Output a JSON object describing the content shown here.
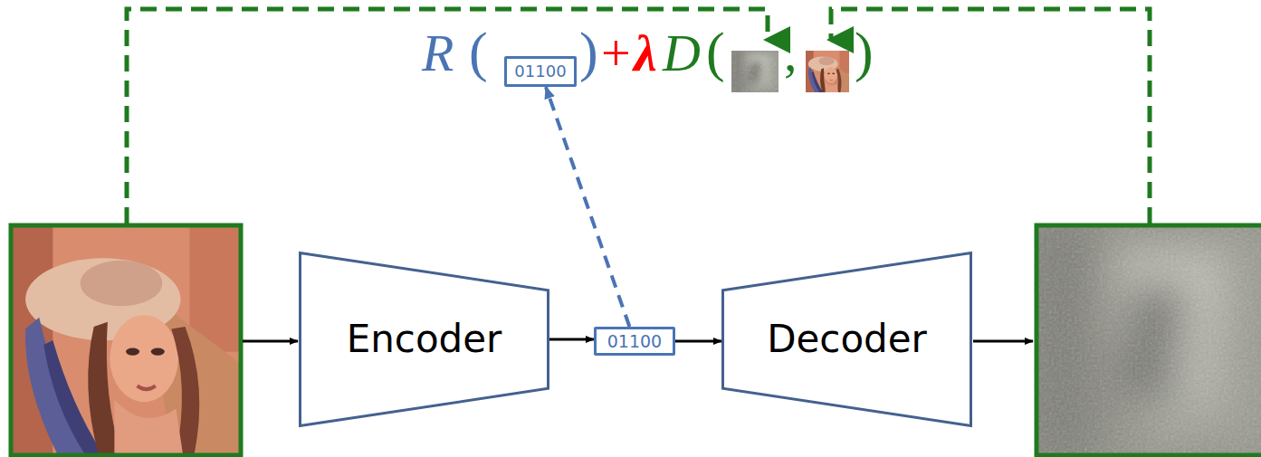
{
  "diagram": {
    "nodes": [
      {
        "text": [
          "Encoder"
        ]
      },
      {
        "text": [
          "01100"
        ]
      },
      {
        "text": [
          "Decoder"
        ]
      },
      {
        "text": [
          "01100"
        ]
      }
    ],
    "edges": [
      {
        "from": 0,
        "to": 1,
        "arrow": "to"
      },
      {
        "from": 1,
        "to": 2,
        "arrow": "to"
      },
      {
        "from": 1,
        "to": 3,
        "arrow": "to"
      }
    ],
    "labels": [
      "R",
      "(",
      ")",
      "+",
      "λ",
      "D",
      "(",
      ",",
      ")"
    ]
  }
}
